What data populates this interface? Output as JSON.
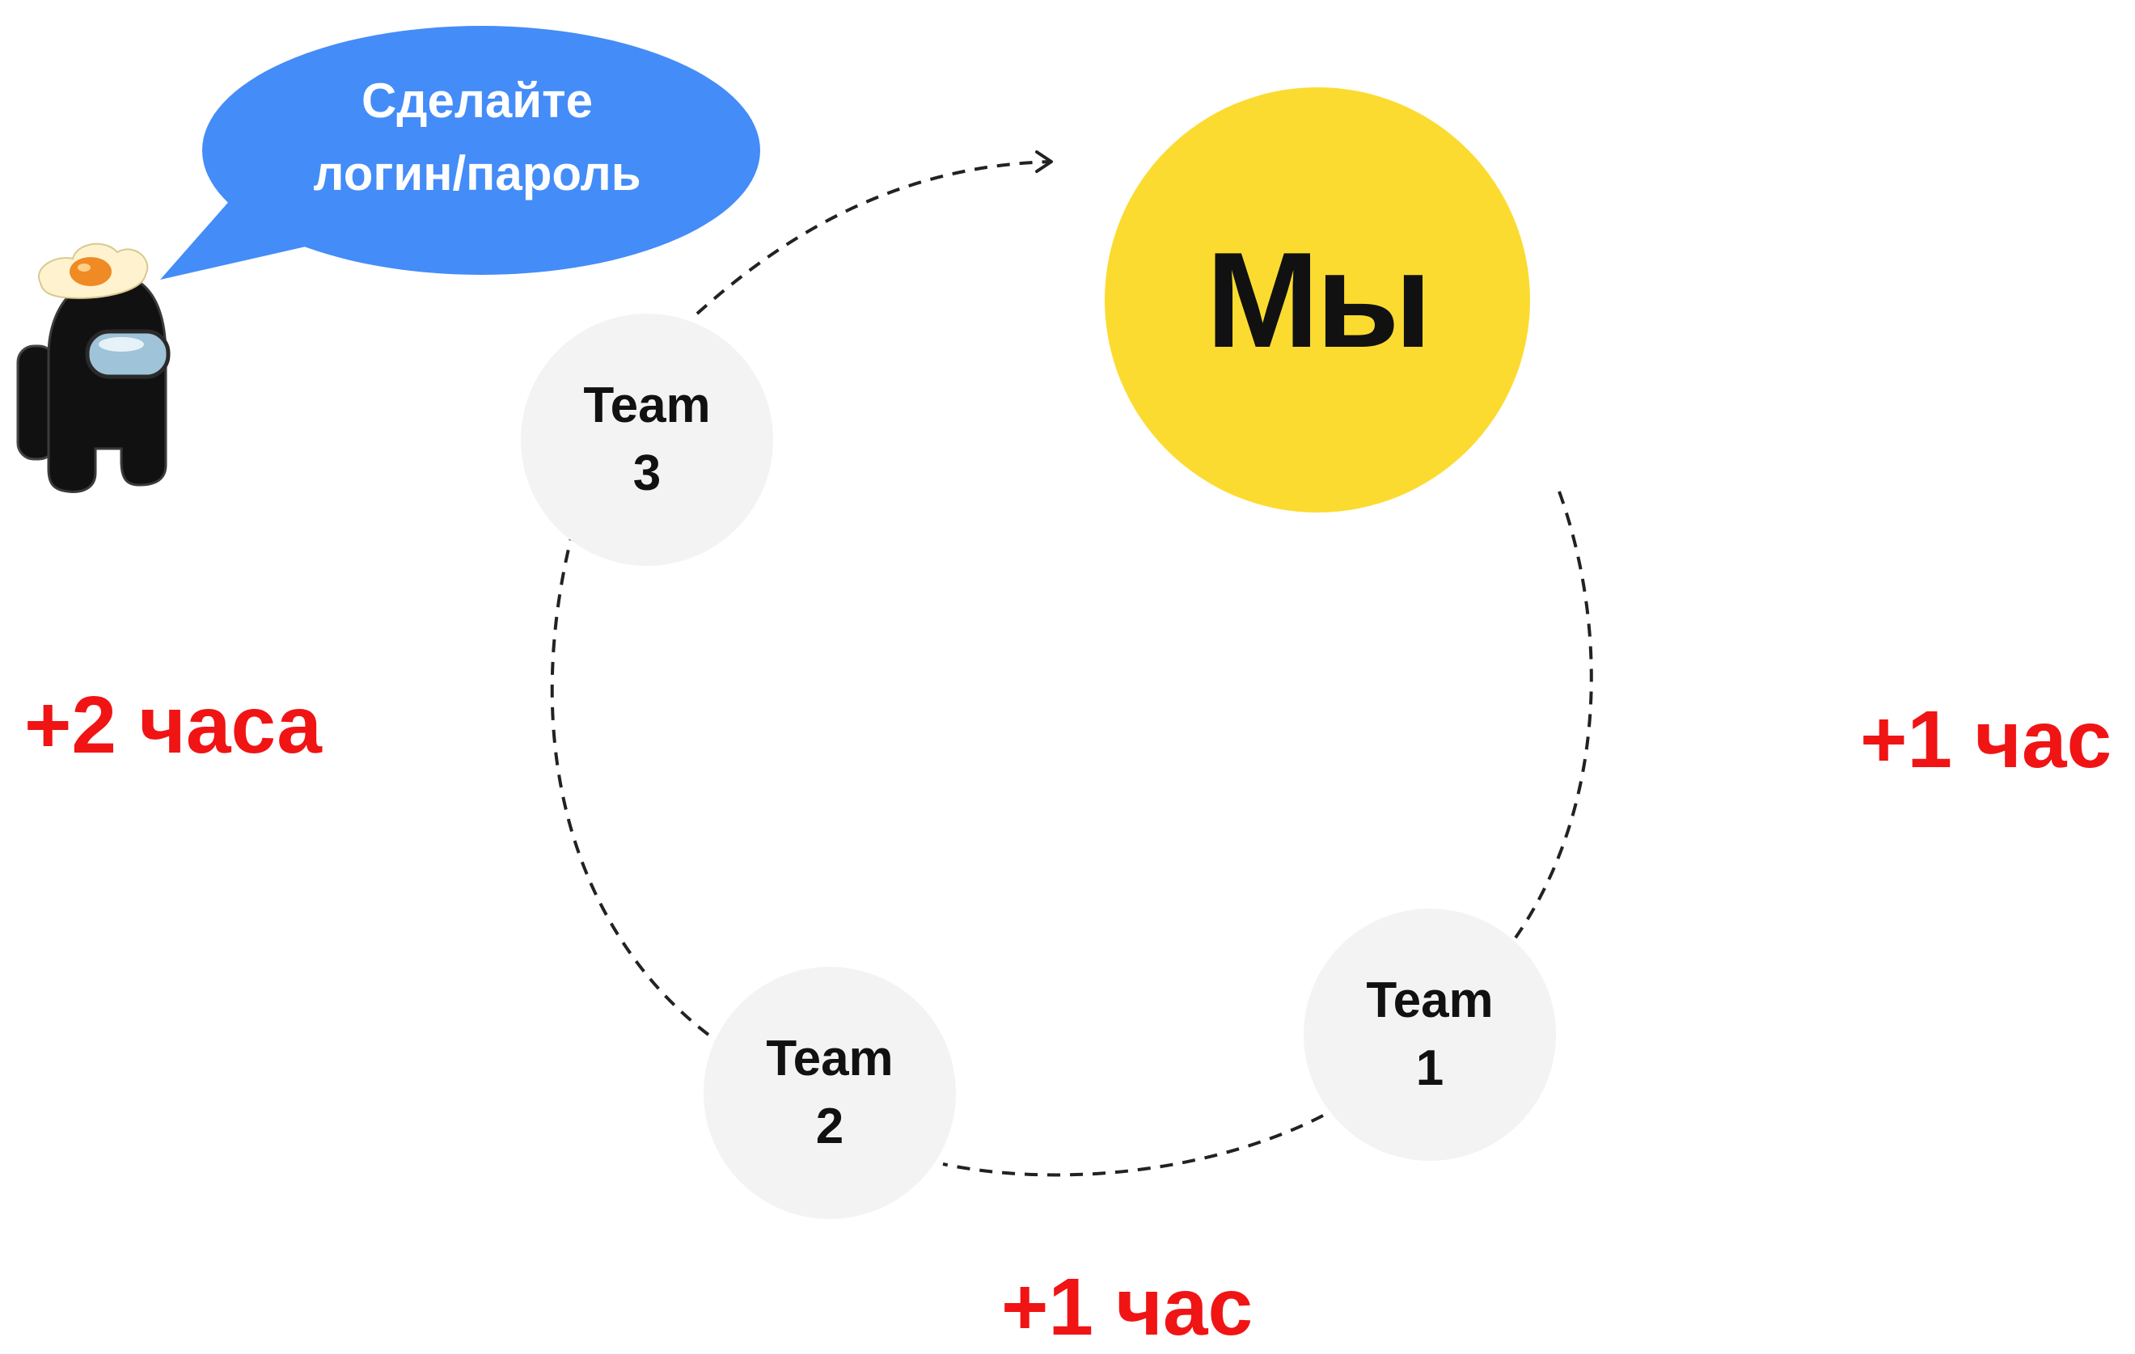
{
  "speech_bubble": {
    "line1": "Сделайте",
    "line2": "логин/пароль",
    "color": "#448cf7"
  },
  "center_node": {
    "label": "Мы",
    "color": "#fcdb30"
  },
  "teams": [
    {
      "line1": "Team",
      "line2": "1"
    },
    {
      "line1": "Team",
      "line2": "2"
    },
    {
      "line1": "Team",
      "line2": "3"
    }
  ],
  "time_labels": {
    "left": "+2 часа",
    "right": "+1 час",
    "bottom": "+1 час",
    "color": "#f01414"
  },
  "character": {
    "icon": "crewmate-with-egg-hat-icon",
    "body_color": "#111111",
    "visor_color": "#9fc3d8",
    "egg_yolk_color": "#f08a24"
  }
}
